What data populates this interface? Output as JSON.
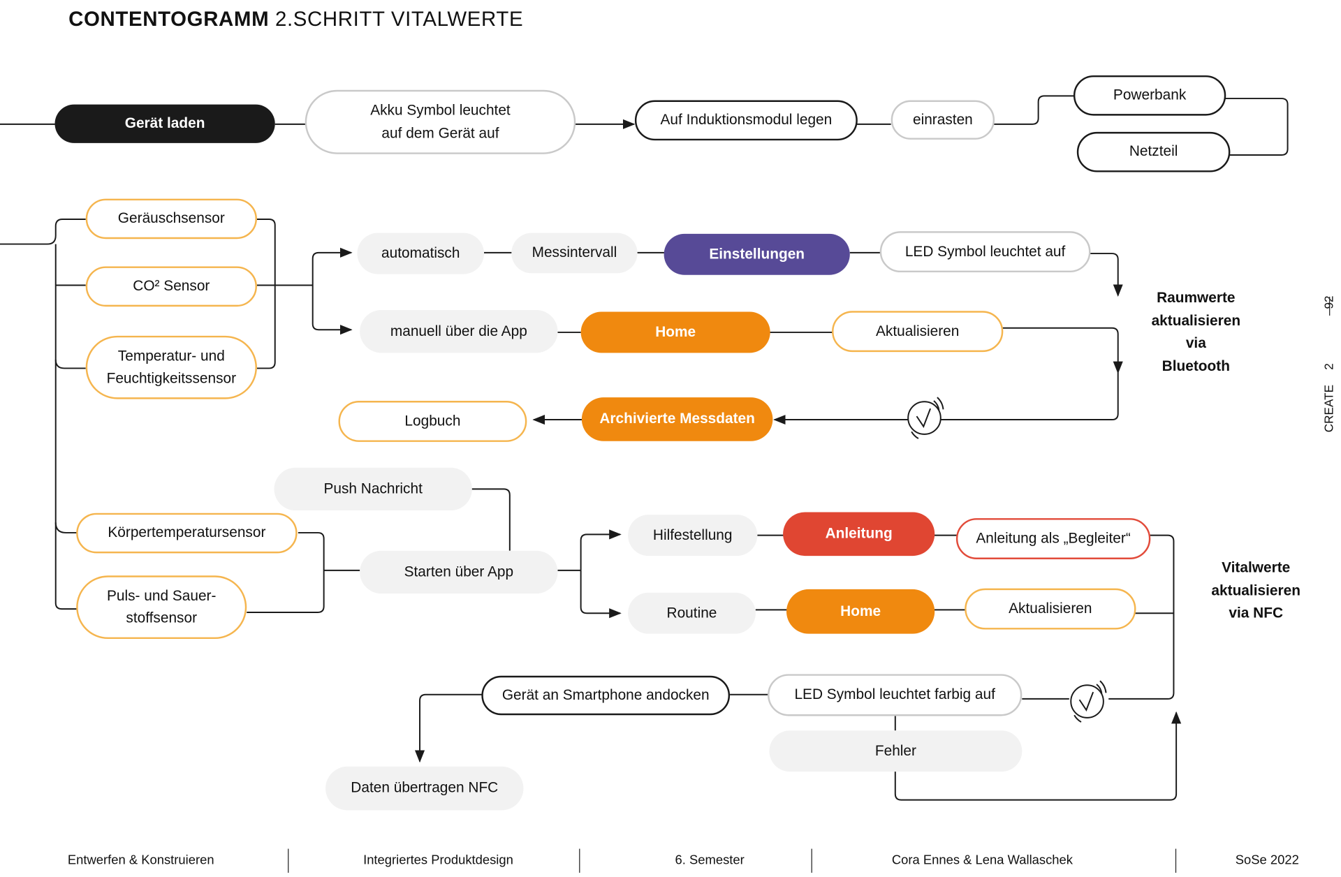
{
  "title": {
    "bold": "CONTENTOGRAMM",
    "rest": "2.SCHRITT VITALWERTE"
  },
  "nodes": {
    "geraet_laden": "Gerät laden",
    "akku_1": "Akku Symbol leuchtet",
    "akku_2": "auf dem Gerät auf",
    "induktion": "Auf Induktionsmodul legen",
    "einrasten": "einrasten",
    "powerbank": "Powerbank",
    "netzteil": "Netzteil",
    "geraeuschsensor": "Geräuschsensor",
    "co2": "CO² Sensor",
    "temp_1": "Temperatur- und",
    "temp_2": "Feuchtigkeitssensor",
    "automatisch": "automatisch",
    "messintervall": "Messintervall",
    "einstellungen": "Einstellungen",
    "led_1": "LED Symbol leuchtet auf",
    "manuell": "manuell über die App",
    "home_1": "Home",
    "aktualisieren_1": "Aktualisieren",
    "logbuch": "Logbuch",
    "archiv": "Archivierte Messdaten",
    "push": "Push Nachricht",
    "koerpertemp": "Körpertemperatursensor",
    "puls_1": "Puls- und Sauer-",
    "puls_2": "stoffsensor",
    "starten": "Starten über App",
    "hilfestellung": "Hilfestellung",
    "anleitung": "Anleitung",
    "begleiter": "Anleitung als „Begleiter“",
    "routine": "Routine",
    "home_2": "Home",
    "aktualisieren_2": "Aktualisieren",
    "andocken": "Gerät an Smartphone andocken",
    "led_2": "LED Symbol leuchtet farbig auf",
    "fehler": "Fehler",
    "daten": "Daten übertragen NFC"
  },
  "side_labels": {
    "raum": [
      "Raumwerte",
      "aktualisieren",
      "via",
      "Bluetooth"
    ],
    "vital": [
      "Vitalwerte",
      "aktualisieren",
      "via NFC"
    ]
  },
  "page_marks": {
    "page": "92",
    "section": "CREATE",
    "section_no": "2"
  },
  "footer": [
    "Entwerfen & Konstruieren",
    "Integriertes Produktdesign",
    "6. Semester",
    "Cora Ennes  & Lena Wallaschek",
    "SoSe 2022"
  ],
  "icons": [
    "check-signal-icon",
    "check-signal-icon"
  ],
  "colors": {
    "purple": "#574a97",
    "orange": "#f0890f",
    "red": "#e04632",
    "orange_outline": "#f5b54e",
    "dark": "#1a1a1a",
    "grey_fill": "#f2f2f2"
  }
}
